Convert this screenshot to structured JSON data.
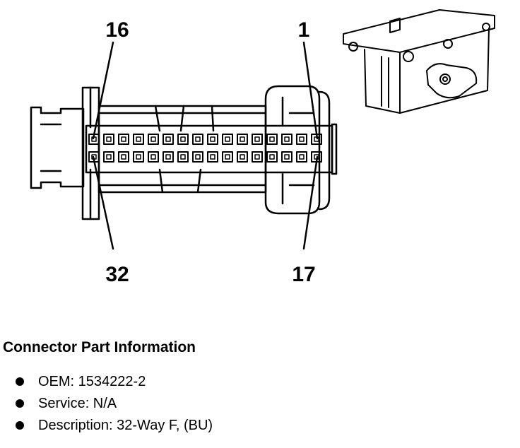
{
  "diagram": {
    "pin_labels": {
      "top_left": "16",
      "top_right": "1",
      "bottom_left": "32",
      "bottom_right": "17"
    },
    "pin_rows": 2,
    "pins_per_row": 16
  },
  "info": {
    "heading": "Connector Part Information",
    "items": [
      {
        "key": "OEM",
        "value": "1534222-2",
        "text": "OEM: 1534222-2"
      },
      {
        "key": "Service",
        "value": "N/A",
        "text": "Service: N/A"
      },
      {
        "key": "Description",
        "value": "32-Way F, (BU)",
        "text": "Description: 32-Way F, (BU)"
      }
    ]
  }
}
